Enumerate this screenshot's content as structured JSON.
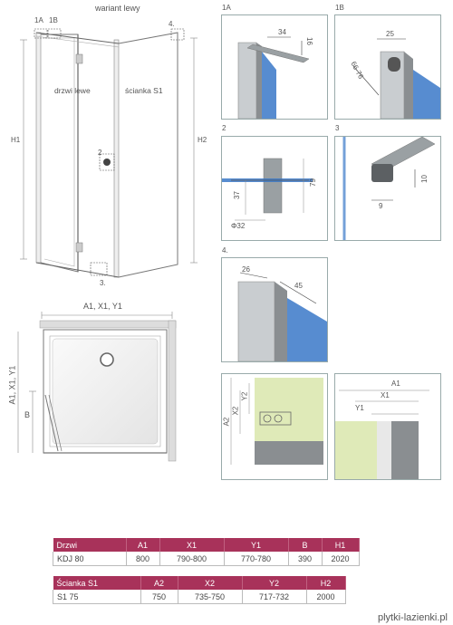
{
  "title": "wariant lewy",
  "main_drawing": {
    "callout_1a": "1A",
    "callout_1b": "1B",
    "callout_4": "4.",
    "callout_2": "2",
    "callout_3": "3.",
    "door_label": "drzwi lewe",
    "panel_label": "ścianka S1",
    "h1": "H1",
    "h2": "H2"
  },
  "plan": {
    "top_dim": "A1, X1, Y1",
    "left_dim": "A1, X1, Y1",
    "b_dim": "B"
  },
  "details": {
    "d1a": {
      "label": "1A",
      "w": "34",
      "h": "16"
    },
    "d1b": {
      "label": "1B",
      "w": "25",
      "diag": "66-76"
    },
    "d2": {
      "label": "2",
      "a": "37",
      "b": "79",
      "c": "Φ32"
    },
    "d3": {
      "label": "3",
      "a": "10",
      "b": "9"
    },
    "d4": {
      "label": "4.",
      "a": "26",
      "b": "45"
    }
  },
  "side_views": {
    "left": {
      "a2": "A2",
      "x2": "X2",
      "y2": "Y2"
    },
    "right": {
      "a1": "A1",
      "x1": "X1",
      "y1": "Y1"
    }
  },
  "table1": {
    "headers": [
      "Drzwi",
      "A1",
      "X1",
      "Y1",
      "B",
      "H1"
    ],
    "row": [
      "KDJ 80",
      "800",
      "790-800",
      "770-780",
      "390",
      "2020"
    ]
  },
  "table2": {
    "headers": [
      "Ścianka S1",
      "A2",
      "X2",
      "Y2",
      "H2"
    ],
    "row": [
      "S1 75",
      "750",
      "735-750",
      "717-732",
      "2000"
    ]
  },
  "watermark": "plytki-lazienki.pl",
  "colors": {
    "header": "#a8325a",
    "glass": "#3a78c8",
    "frame": "#9aa0a3",
    "green": "#dfeab8"
  }
}
